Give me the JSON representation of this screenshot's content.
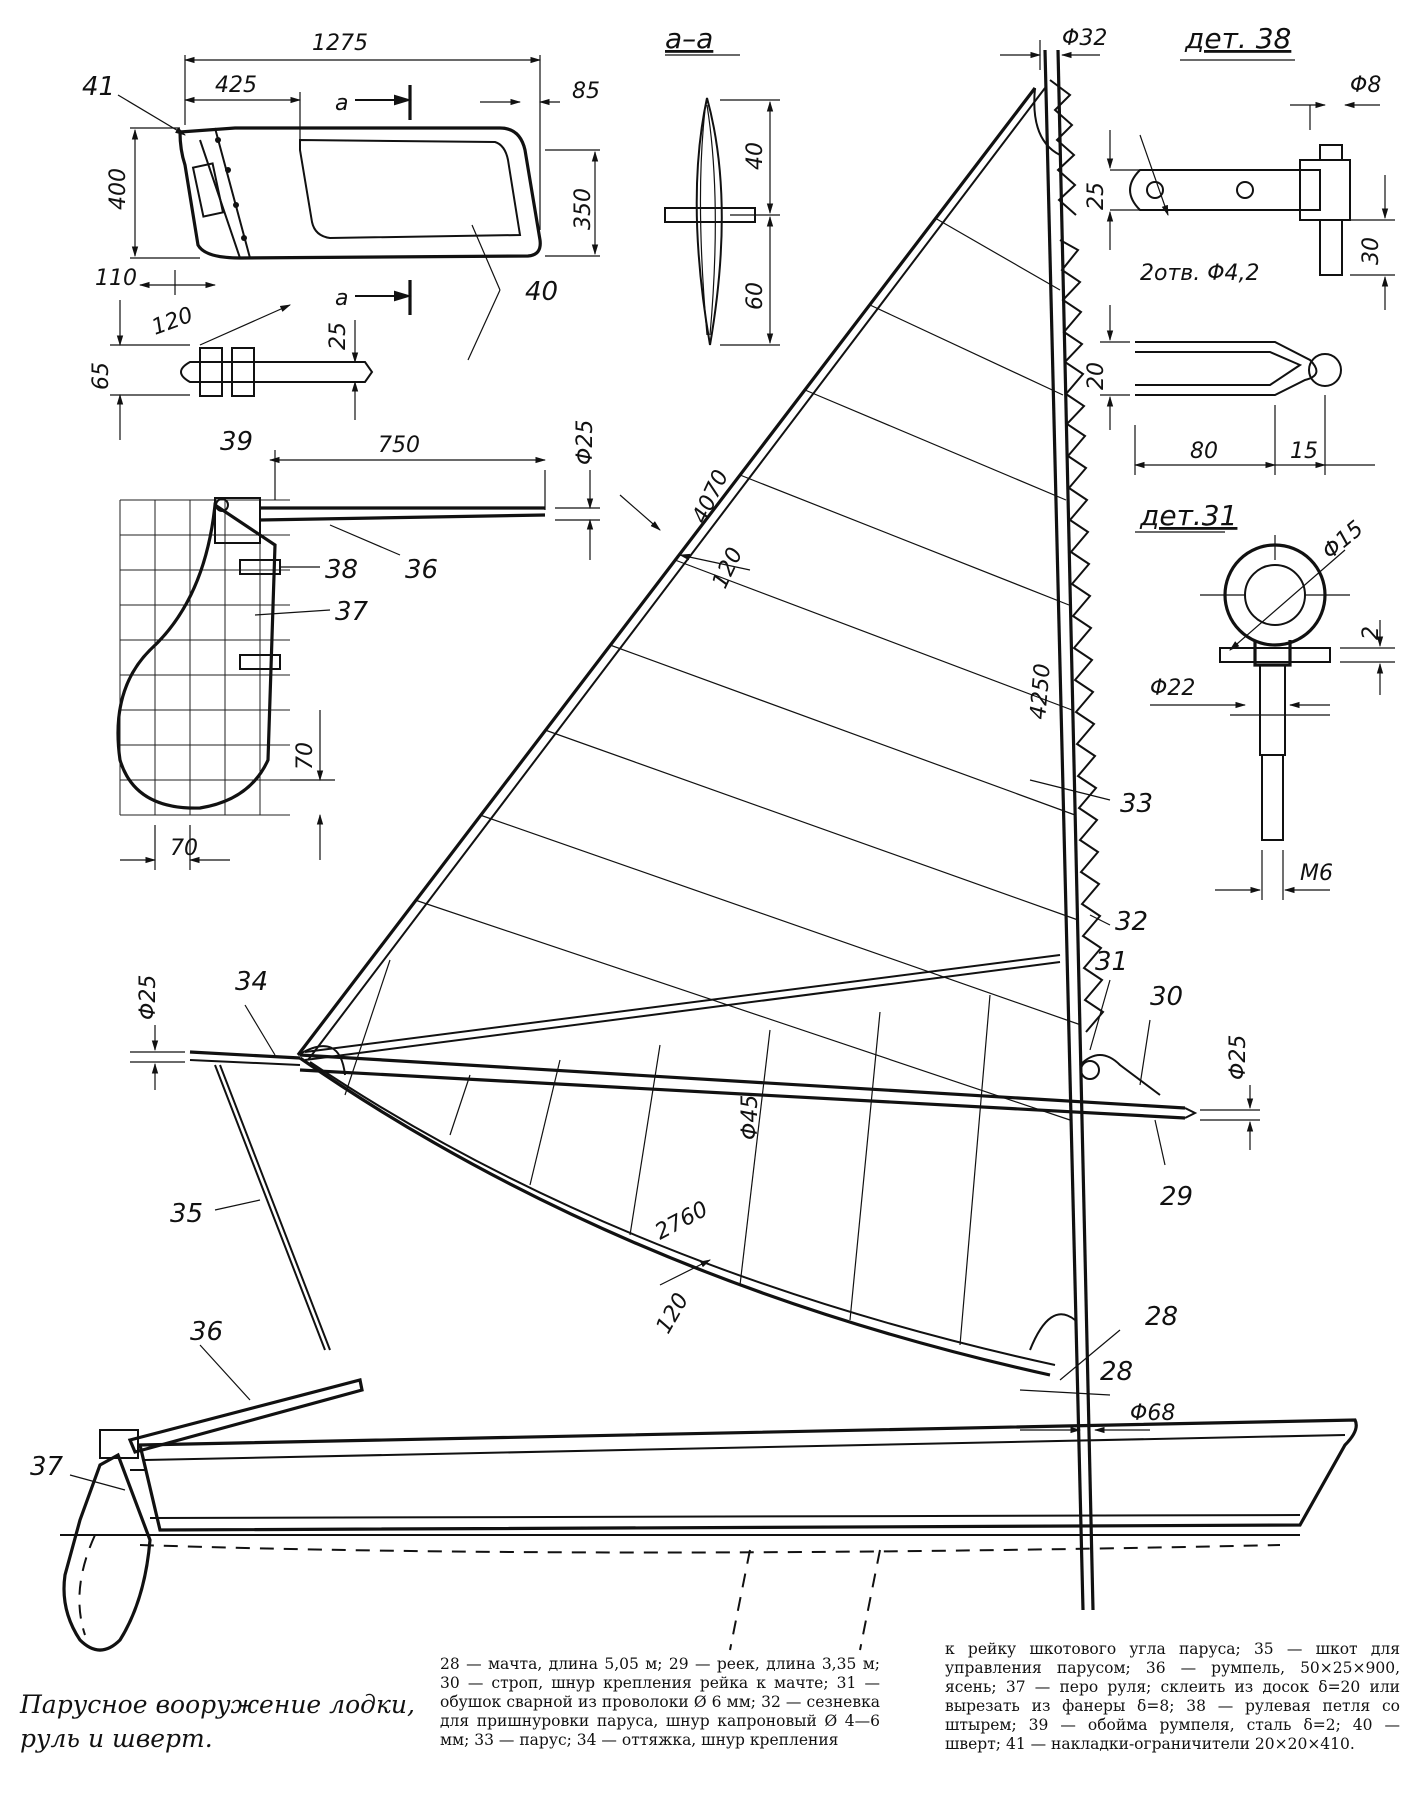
{
  "caption": "Парусное вооружение лодки, руль и шверт.",
  "section_title": "а–а",
  "detail_titles": {
    "det38": "дет. 38",
    "det31": "дет.31"
  },
  "part_labels": {
    "p28a": "28",
    "p28b": "28",
    "p29": "29",
    "p30": "30",
    "p31": "31",
    "p32": "32",
    "p33": "33",
    "p34": "34",
    "p35": "35",
    "p36a": "36",
    "p36b": "36",
    "p37a": "37",
    "p37b": "37",
    "p38": "38",
    "p39": "39",
    "p40": "40",
    "p41": "41"
  },
  "dimensions": {
    "d1275": "1275",
    "d425": "425",
    "d85": "85",
    "d400": "400",
    "d350": "350",
    "d110": "110",
    "d120a": "120",
    "d65": "65",
    "d25a": "25",
    "d40": "40",
    "d60": "60",
    "d750": "750",
    "f25a": "Φ25",
    "d70a": "70",
    "d70b": "70",
    "f32": "Φ32",
    "d4070": "4070",
    "d120b": "120",
    "d4250": "4250",
    "f25b": "Φ25",
    "f25c": "Φ25",
    "f45": "Φ45",
    "d2760": "2760",
    "d120c": "120",
    "f68": "Φ68",
    "f8": "Φ8",
    "d25b": "25",
    "d30": "30",
    "holes": "2отв. Φ4,2",
    "d20": "20",
    "d80": "80",
    "d15": "15",
    "f15": "Φ15",
    "d2": "2",
    "f22": "Φ22",
    "m6": "М6",
    "sec_a_top": "а",
    "sec_a_bot": "а"
  },
  "legend": {
    "col1": "28 — мачта, длина 5,05 м; 29 — реек, длина 3,35 м; 30 — строп, шнур крепления рейка к мачте; 31 — обушок сварной из проволоки Ø 6 мм; 32 — сезневка для пришнуровки паруса, шнур капроновый Ø 4—6 мм; 33 — парус; 34 — оттяжка, шнур крепления",
    "col2": "к рейку шкотового угла паруса; 35 — шкот для управления парусом; 36 — румпель, 50×25×900, ясень; 37 — перо руля; склеить из досок δ=20 или вырезать из фанеры δ=8; 38 — рулевая петля со штырем; 39 — обойма румпеля, сталь δ=2; 40 — шверт; 41 — накладки-ограничители 20×20×410."
  }
}
